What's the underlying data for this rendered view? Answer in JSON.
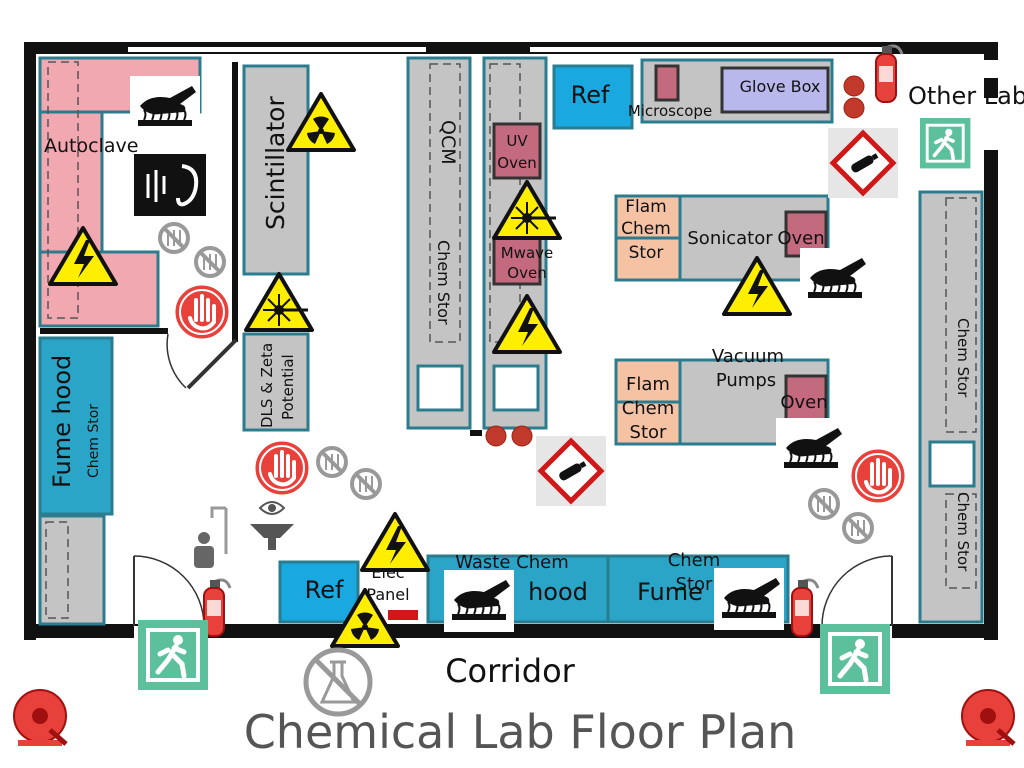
{
  "title": "Chemical Lab Floor Plan",
  "corridor": "Corridor",
  "other_lab": "Other Lab",
  "colors": {
    "wall": "#111111",
    "bench_border": "#2a7c8e",
    "bench_gray": "#c4c4c4",
    "autoclave_pink": "#f2a8b0",
    "fume_blue": "#2aa5c8",
    "ref_blue": "#1aa8e0",
    "oven_red": "#c46a7e",
    "flam_peach": "#f6c2a4",
    "glovebox_purple": "#b8b8ec",
    "exit_green": "#5cc09c",
    "hazard_yellow": "#ffee00",
    "alarm_red": "#e8403a"
  },
  "equipment": {
    "autoclave": "Autoclave",
    "scintillator": "Scintillator",
    "qcm": "QCM",
    "chem_stor": "Chem  Stor",
    "dls": "DLS & Zeta",
    "potential": "Potential",
    "uv_oven_1": "UV",
    "uv_oven_2": "Oven",
    "mwave_oven_1": "Mwave",
    "mwave_oven_2": "Oven",
    "ref": "Ref",
    "microscope": "Microscope",
    "glove_box": "Glove Box",
    "flam_1": "Flam",
    "flam_2": "Chem",
    "flam_3": "Stor",
    "sonicator": "Sonicator",
    "oven": "Oven",
    "vacuum_1": "Vacuum",
    "vacuum_2": "Pumps",
    "fume_hood": "Fume hood",
    "chem_stor_short": "Chem  Stor",
    "elec_1": "Elec",
    "elec_2": "Panel",
    "waste_chem": "Waste Chem",
    "hood_partial": "hood",
    "fume": "Fume",
    "chem_stor_bottom_1": "Chem",
    "chem_stor_bottom_2": "Stor",
    "right_chem_stor_1": "Chem  Stor",
    "right_chem_stor_2": "Chem  Stor"
  }
}
